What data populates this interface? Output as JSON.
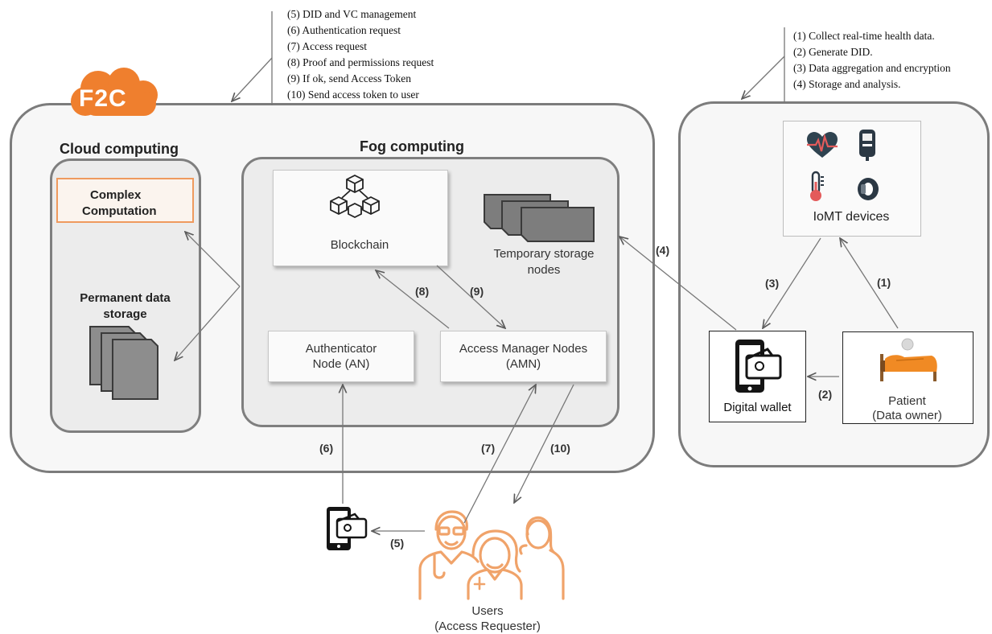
{
  "notes_left": [
    "(5) DID and VC management",
    "(6) Authentication request",
    "(7) Access request",
    "(8) Proof and permissions request",
    "(9) If ok, send Access Token",
    "(10) Send access token to user"
  ],
  "notes_right": [
    "(1)  Collect real-time health data.",
    "(2)  Generate DID.",
    "(3)  Data aggregation and encryption",
    "(4)  Storage and analysis."
  ],
  "f2c": {
    "logo": "F2C",
    "logo_color": "#ef7f2e"
  },
  "cloud": {
    "title": "Cloud computing",
    "complex_computation": [
      "Complex",
      "Computation"
    ],
    "permanent_storage": [
      "Permanent data",
      "storage"
    ]
  },
  "fog": {
    "title": "Fog computing",
    "blockchain": "Blockchain",
    "temp_storage": [
      "Temporary storage",
      "nodes"
    ],
    "authenticator": [
      "Authenticator",
      "Node (AN)"
    ],
    "access_manager": [
      "Access Manager Nodes",
      "(AMN)"
    ]
  },
  "iomt": {
    "label": "IoMT devices"
  },
  "wallet": {
    "label": "Digital wallet"
  },
  "patient": {
    "label": [
      "Patient",
      "(Data owner)"
    ]
  },
  "users": {
    "label": [
      "Users",
      "(Access Requester)"
    ],
    "color": "#f0a36a"
  },
  "steps": {
    "s1": "(1)",
    "s2": "(2)",
    "s3": "(3)",
    "s4": "(4)",
    "s5": "(5)",
    "s6": "(6)",
    "s7": "(7)",
    "s8": "(8)",
    "s9": "(9)",
    "s10": "(10)"
  }
}
